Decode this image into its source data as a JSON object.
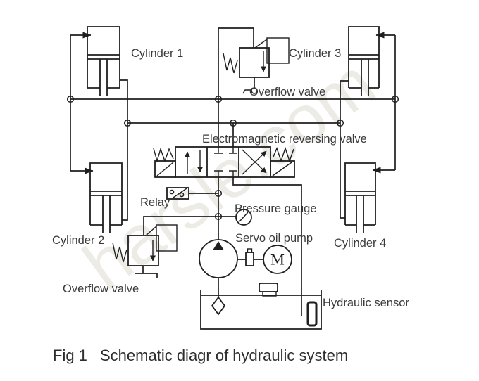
{
  "figure": {
    "caption_prefix": "Fig 1",
    "caption_text": "Schematic diagr of hydraulic system",
    "watermark": "harsle.com"
  },
  "labels": {
    "cylinder_1": "Cylinder 1",
    "cylinder_2": "Cylinder 2",
    "cylinder_3": "Cylinder 3",
    "cylinder_4": "Cylinder 4",
    "overflow_valve_top": "Overflow valve",
    "overflow_valve_bottom": "Overflow valve",
    "reversing_valve": "Electromagnetic reversing valve",
    "relay": "Relay",
    "pressure_gauge": "Pressure gauge",
    "servo_oil_pump": "Servo oil pump",
    "hydraulic_sensor": "Hydraulic sensor",
    "motor": "M"
  },
  "colors": {
    "line": "#1f1f1f",
    "label_text": "#3a3a3a",
    "caption_text": "#2d2d2d",
    "watermark": "#d6d0c6",
    "background": "#ffffff"
  }
}
